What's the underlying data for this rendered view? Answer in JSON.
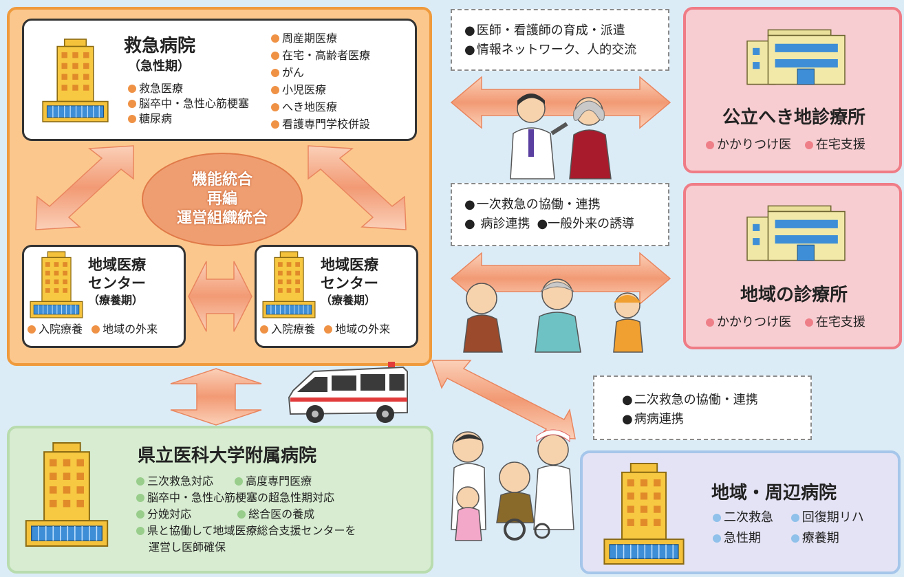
{
  "emergency": {
    "title": "救急病院",
    "subtitle": "（急性期）",
    "left_items": [
      "救急医療",
      "脳卒中・急性心筋梗塞",
      "糖尿病"
    ],
    "right_items": [
      "周産期医療",
      "在宅・高齢者医療",
      "がん",
      "小児医療",
      "へき地医療",
      "看護専門学校併設"
    ]
  },
  "center_label": [
    "機能統合",
    "再編",
    "運営組織統合"
  ],
  "regional_center_left": {
    "title_lines": [
      "地域医療",
      "センター"
    ],
    "subtitle": "（療養期）",
    "items": [
      "入院療養",
      "地域の外来"
    ]
  },
  "regional_center_right": {
    "title_lines": [
      "地域医療",
      "センター"
    ],
    "subtitle": "（療養期）",
    "items": [
      "入院療養",
      "地域の外来"
    ]
  },
  "university": {
    "title": "県立医科大学附属病院",
    "items": [
      [
        "三次救急対応",
        "高度専門医療"
      ],
      [
        "脳卒中・急性心筋梗塞の超急性期対応"
      ],
      [
        "分娩対応",
        "総合医の養成"
      ],
      [
        "県と協働して地域医療総合支援センターを"
      ]
    ],
    "continuation": "運営し医師確保"
  },
  "note_top": [
    "医師・看護師の育成・派遣",
    "情報ネットワーク、人的交流"
  ],
  "note_middle": [
    "一次救急の協働・連携",
    "病診連携",
    "一般外来の誘導"
  ],
  "note_bottom": [
    "二次救急の協働・連携",
    "病病連携"
  ],
  "clinic_public": {
    "title": "公立へき地診療所",
    "items": [
      "かかりつけ医",
      "在宅支援"
    ]
  },
  "clinic_local": {
    "title": "地域の診療所",
    "items": [
      "かかりつけ医",
      "在宅支援"
    ]
  },
  "peripheral": {
    "title": "地域・周辺病院",
    "items": [
      "二次救急",
      "回復期リハ",
      "急性期",
      "療養期"
    ]
  },
  "colors": {
    "orange_group": "#fbc78d",
    "orange_border": "#ef9a3c",
    "green_group": "#d7ecd0",
    "pink_group": "#f7cdd1",
    "purple_group": "#e4e3f5",
    "arrow": "#f3a27c",
    "background": "#dcecf7"
  },
  "icons": [
    "hospital-tower-icon",
    "clinic-building-icon",
    "ambulance-icon",
    "doctor-patient-illustration",
    "elderly-people-illustration",
    "family-illustration"
  ]
}
